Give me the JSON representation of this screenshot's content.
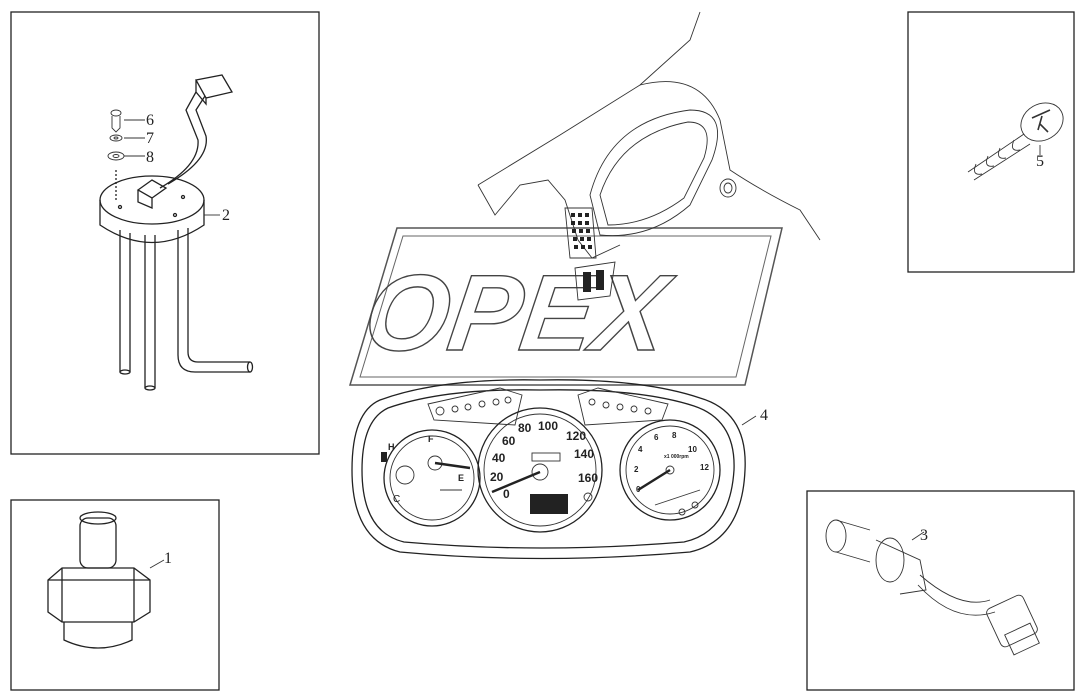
{
  "watermark": "OPEX",
  "callouts": {
    "p1": "1",
    "p2": "2",
    "p3": "3",
    "p4": "4",
    "p5": "5",
    "p6": "6",
    "p7": "7",
    "p8": "8"
  },
  "speedometer": {
    "ticks": [
      "0",
      "20",
      "40",
      "60",
      "80",
      "100",
      "120",
      "140",
      "160"
    ]
  },
  "tachometer": {
    "ticks": [
      "0",
      "2",
      "4",
      "6",
      "8",
      "10",
      "12"
    ],
    "unit": "x1 000rpm"
  },
  "gauges": {
    "fuel_full": "F",
    "fuel_empty": "E",
    "temp_cold": "C",
    "temp_hot": "H"
  }
}
